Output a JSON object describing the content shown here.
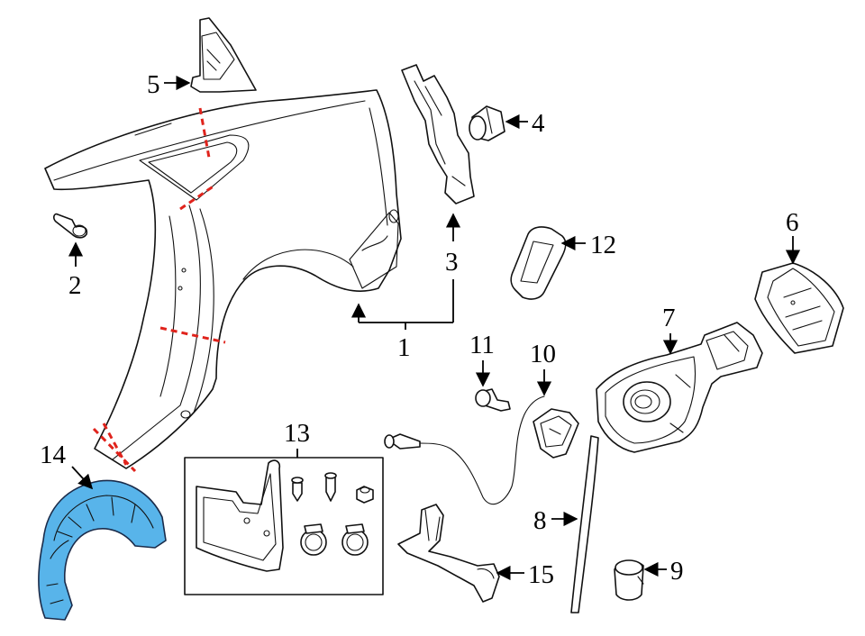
{
  "callouts": {
    "c1": "1",
    "c2": "2",
    "c3": "3",
    "c4": "4",
    "c5": "5",
    "c6": "6",
    "c7": "7",
    "c8": "8",
    "c9": "9",
    "c10": "10",
    "c11": "11",
    "c12": "12",
    "c13": "13",
    "c14": "14",
    "c15": "15"
  },
  "colors": {
    "highlight_part": "#58b4ea",
    "cut_line": "#e0231c",
    "line": "#111111"
  }
}
